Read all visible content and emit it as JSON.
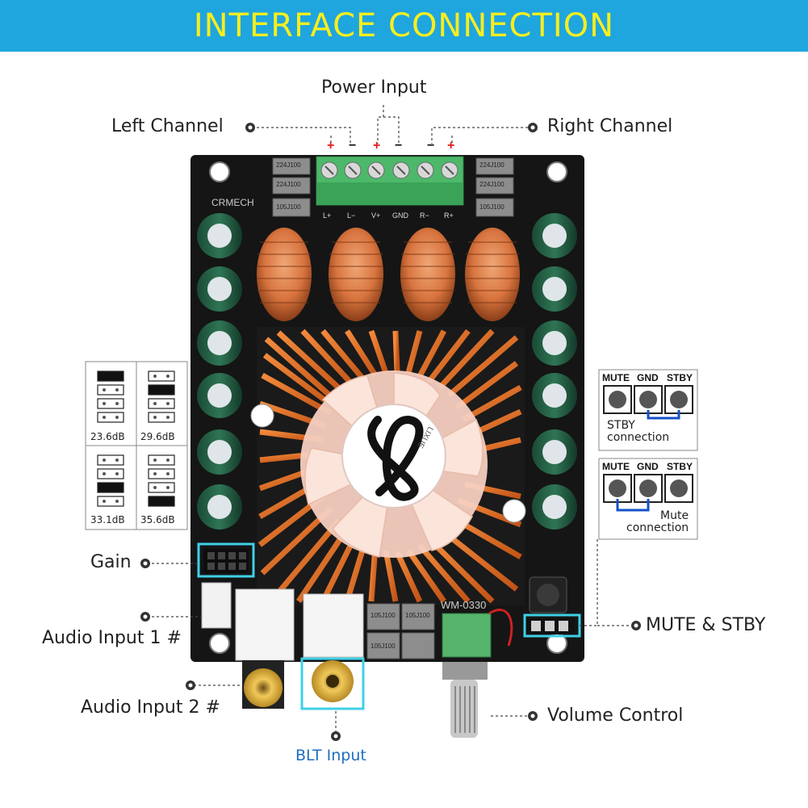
{
  "header": {
    "title": "INTERFACE CONNECTION",
    "bg_color": "#1fa6de",
    "title_color": "#f7ee1e"
  },
  "labels": {
    "power_input": "Power Input",
    "left_channel": "Left Channel",
    "right_channel": "Right Channel",
    "gain": "Gain",
    "audio_input_1": "Audio Input 1 #",
    "audio_input_2": "Audio Input 2 #",
    "blt_input": "BLT Input",
    "volume_control": "Volume Control",
    "mute_stby": "MUTE & STBY"
  },
  "terminal": {
    "polarity": [
      "+",
      "−",
      "+",
      "−",
      "−",
      "+"
    ],
    "pins": [
      "L+",
      "L−",
      "V+",
      "GND",
      "R−",
      "R+"
    ]
  },
  "gain_settings": [
    {
      "label": "23.6dB",
      "jumper_row": 0
    },
    {
      "label": "29.6dB",
      "jumper_row": 1
    },
    {
      "label": "33.1dB",
      "jumper_row": 2
    },
    {
      "label": "35.6dB",
      "jumper_row": 3
    }
  ],
  "mute_panels": [
    {
      "headers": [
        "MUTE",
        "GND",
        "STBY"
      ],
      "caption_line1": "STBY",
      "caption_line2": "connection",
      "bridge": "GND-STBY"
    },
    {
      "headers": [
        "MUTE",
        "GND",
        "STBY"
      ],
      "caption_line1": "Mute",
      "caption_line2": "connection",
      "bridge": "MUTE-GND"
    }
  ],
  "board_text": {
    "brand": "CRMECH",
    "model": "WM-0330",
    "fan_brand": "LIXUE",
    "capacitor_codes": [
      "224J100",
      "224J100",
      "105J100",
      "105J100",
      "105J100",
      "105J100",
      "224J100",
      "224J100",
      "105J100"
    ]
  },
  "colors": {
    "accent": "#1fa6de",
    "highlight_box": "#3fd0e6",
    "jumper_bridge": "#1450c8",
    "terminal_plus": "#e01b1b"
  }
}
